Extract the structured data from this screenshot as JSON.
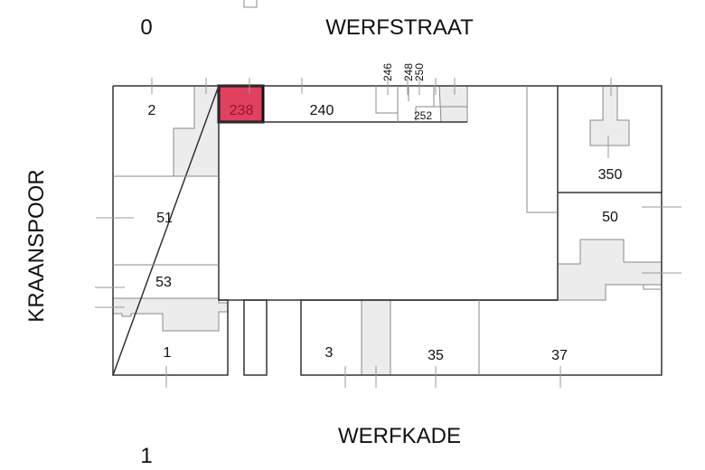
{
  "level_top": "0",
  "level_bottom": "1",
  "streets": {
    "north": "WERFSTRAAT",
    "south": "WERFKADE",
    "west": "KRAANSPOOR"
  },
  "rooms": {
    "r2": "2",
    "r238": "238",
    "r240": "240",
    "r246": "246",
    "r248": "248",
    "r250": "250",
    "r252": "252",
    "r350": "350",
    "r50": "50",
    "r51": "51",
    "r53": "53",
    "r1": "1",
    "r3": "3",
    "r35": "35",
    "r37": "37"
  },
  "highlighted_room": "238",
  "colors": {
    "highlight": "#e0415e",
    "shade": "#ececec"
  }
}
